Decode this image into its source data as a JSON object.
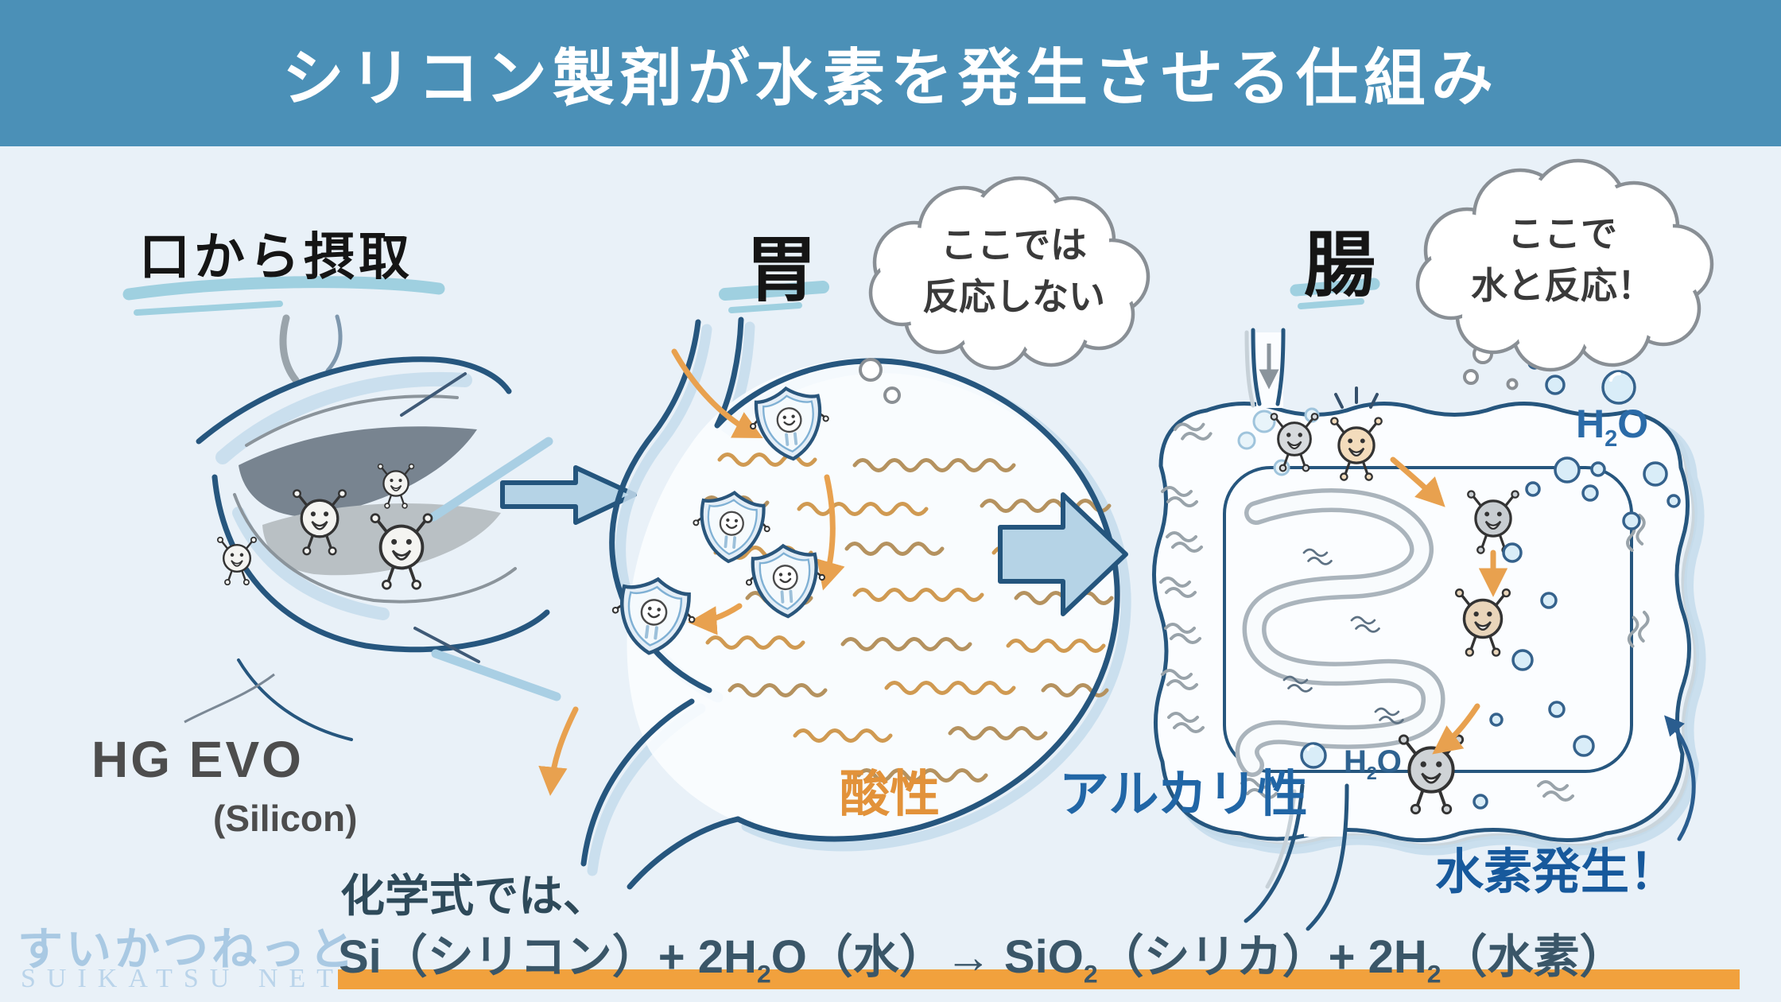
{
  "header": {
    "title": "シリコン製剤が水素を発生させる仕組み"
  },
  "mouth": {
    "label": "口から摂取",
    "product": "HG EVO",
    "product_note": "(Silicon)"
  },
  "stomach": {
    "label": "胃",
    "thought": {
      "line1": "ここでは",
      "line2": "反応しない"
    },
    "state": "酸性"
  },
  "intestine": {
    "label": "腸",
    "thought": {
      "line1": "ここで",
      "line2": "水と反応！"
    },
    "state": "アルカリ性",
    "result": "水素発生！",
    "h2o": [
      {
        "t": "H"
      },
      {
        "t": "2",
        "sub": true
      },
      {
        "t": "O"
      }
    ]
  },
  "formula": {
    "intro": "化学式では、",
    "segments": [
      {
        "t": "Si（シリコン）+ 2H"
      },
      {
        "t": "2",
        "sub": true
      },
      {
        "t": "O（水）→ SiO"
      },
      {
        "t": "2",
        "sub": true
      },
      {
        "t": "（シリカ）+ 2H"
      },
      {
        "t": "2",
        "sub": true
      },
      {
        "t": "（水素）"
      }
    ]
  },
  "watermark": {
    "jp": "すいかつねっと",
    "en": "SUIKATSU NET"
  },
  "colors": {
    "header_bg": "#4b90b7",
    "accent_orange": "#f1a13d",
    "acid_text": "#e2923a",
    "alkaline_text": "#2166a6",
    "result_text": "#17599c",
    "outline_navy": "#26567e",
    "highlight_blue": "#9fd0e0"
  }
}
